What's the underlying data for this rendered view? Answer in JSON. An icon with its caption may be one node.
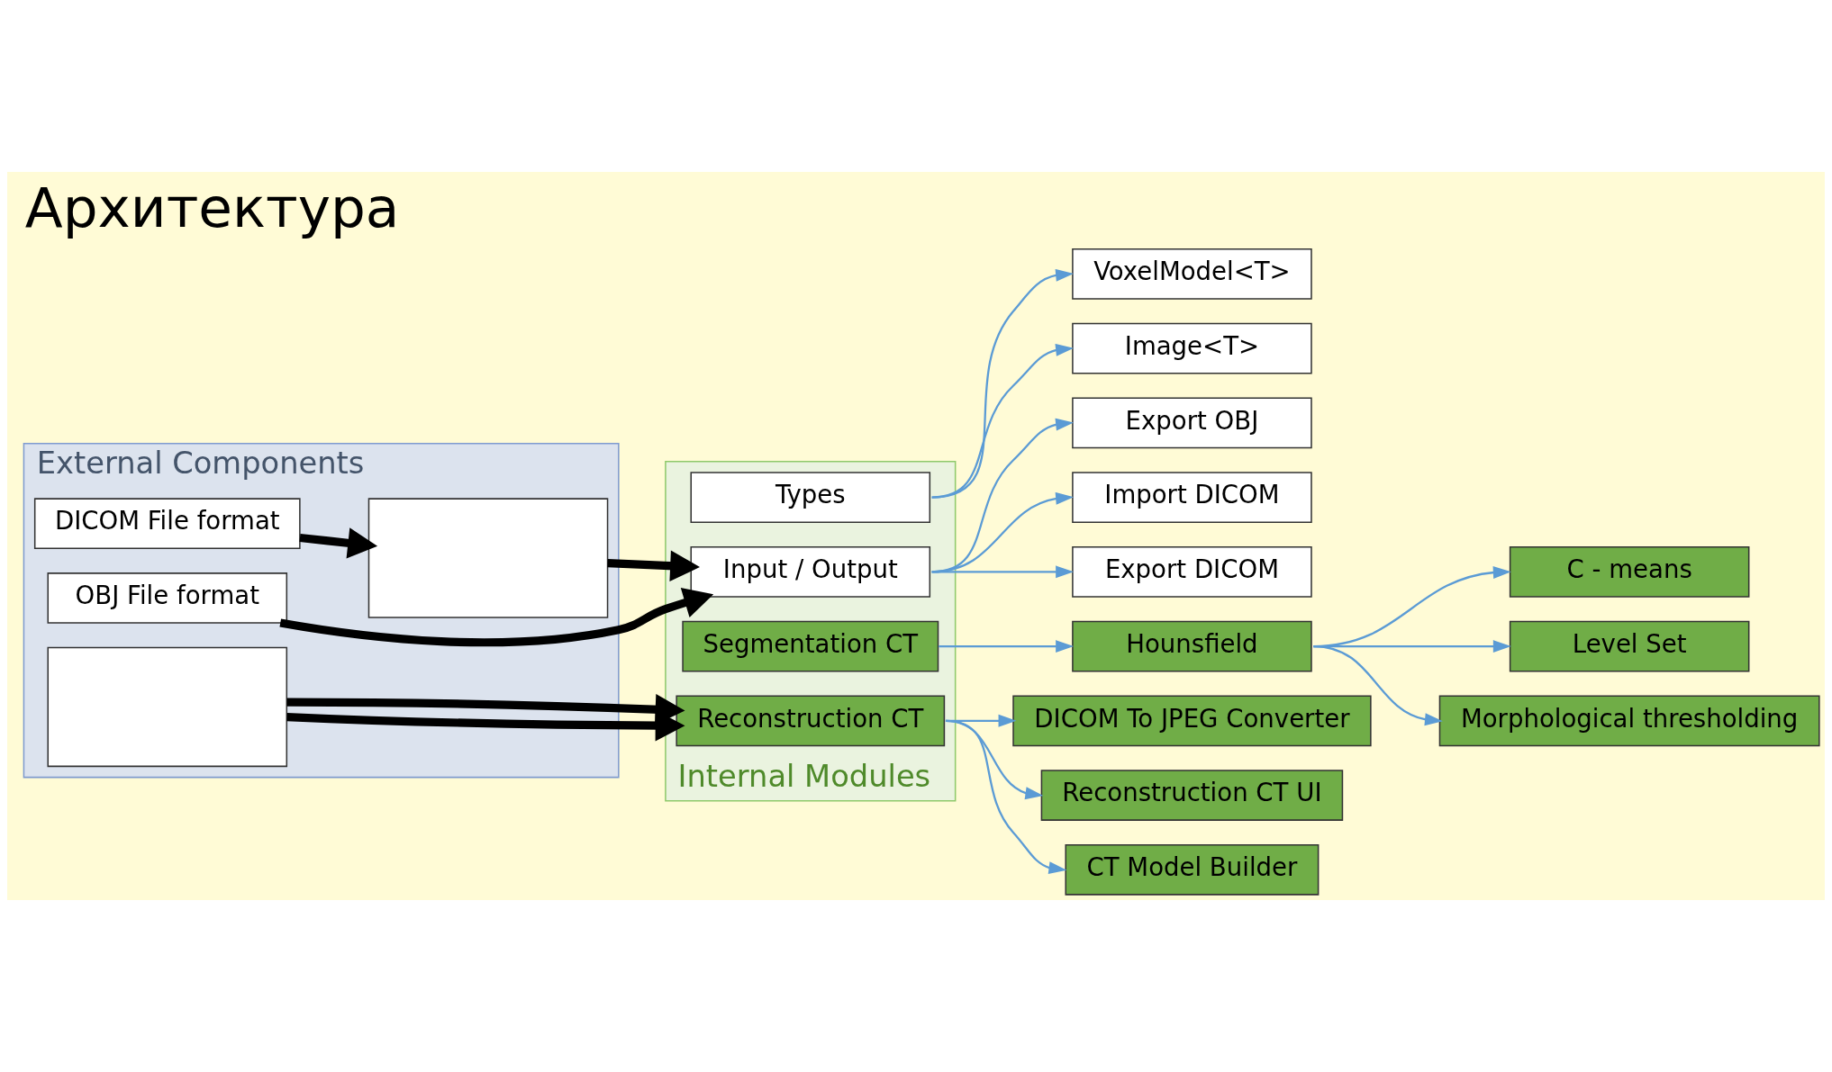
{
  "diagram": {
    "title": "Архитектура",
    "nodes": [
      {
        "text": [
          "Internal Modules"
        ]
      },
      {
        "text": [
          "Types"
        ],
        "in": 0
      },
      {
        "text": [
          "VoxelModel<T>"
        ]
      },
      {
        "text": [
          "Image<T>"
        ]
      },
      {
        "text": [
          "Input / Output"
        ],
        "in": 0
      },
      {
        "text": [
          "Export OBJ"
        ]
      },
      {
        "text": [
          "Import DICOM"
        ]
      },
      {
        "text": [
          "Export DICOM"
        ]
      },
      {
        "text": [
          "Segmentation CT"
        ],
        "in": 0
      },
      {
        "text": [
          "Hounsfield"
        ]
      },
      {
        "text": [
          "C - means"
        ]
      },
      {
        "text": [
          "Level Set"
        ]
      },
      {
        "text": [
          "Morphological thresholding"
        ]
      },
      {
        "text": [
          "Reconstruction CT"
        ],
        "in": 0
      },
      {
        "text": [
          "DICOM To JPEG Converter"
        ]
      },
      {
        "text": [
          "Reconstruction CT UI"
        ]
      },
      {
        "text": [
          "CT Model Builder"
        ]
      },
      {
        "text": [
          "External Components"
        ]
      },
      {
        "text": [],
        "shape": "box",
        "in": 17
      },
      {
        "text": [
          "OBJ File format"
        ],
        "in": 17
      },
      {
        "text": [
          "DICOM File format"
        ],
        "in": 17
      },
      {
        "text": [],
        "shape": "box",
        "in": 17
      }
    ],
    "edges": [
      {
        "from": 1,
        "to": 2,
        "arrow": "to"
      },
      {
        "from": 1,
        "to": 3,
        "arrow": "to"
      },
      {
        "from": 4,
        "to": 5,
        "arrow": "to"
      },
      {
        "from": 4,
        "to": 6,
        "arrow": "to"
      },
      {
        "from": 4,
        "to": 7,
        "arrow": "to"
      },
      {
        "from": 8,
        "to": 9,
        "arrow": "to"
      },
      {
        "from": 9,
        "to": 10,
        "arrow": "to"
      },
      {
        "from": 9,
        "to": 11,
        "arrow": "to"
      },
      {
        "from": 9,
        "to": 12,
        "arrow": "to"
      },
      {
        "from": 13,
        "to": 14,
        "arrow": "to"
      },
      {
        "from": 13,
        "to": 15,
        "arrow": "to"
      },
      {
        "from": 13,
        "to": 16,
        "arrow": "to"
      },
      {
        "from": 18,
        "to": 4,
        "arrow": "to",
        "style": "thick",
        "color": "#000000"
      },
      {
        "from": 19,
        "to": 4,
        "arrow": "to",
        "style": "thick",
        "color": "#000000"
      },
      {
        "from": 20,
        "to": 18,
        "arrow": "to",
        "style": "thick",
        "color": "#000000"
      },
      {
        "from": 21,
        "to": 13,
        "arrow": "to",
        "style": "thick",
        "color": "#000000"
      },
      {
        "from": 21,
        "to": 13,
        "arrow": "to",
        "style": "thick",
        "color": "#000000"
      }
    ]
  }
}
